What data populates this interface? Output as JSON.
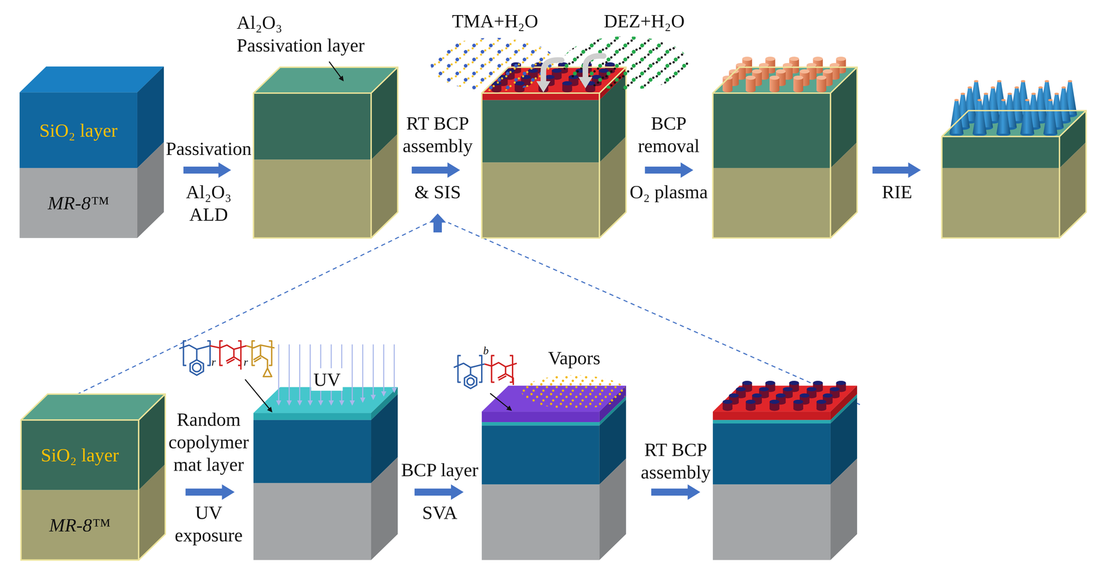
{
  "diagram": {
    "nodes": [
      {
        "text": [
          "SiO₂ layer",
          "MR-8™"
        ]
      },
      {
        "text": [
          "SiO₂ layer",
          "MR-8™"
        ]
      }
    ],
    "labels": [
      "Al₂O₃ Passivation layer",
      "Passivation",
      "Al₂O₃ ALD",
      "TMA+H₂O",
      "DEZ+H₂O",
      "RT BCP assembly",
      "& SIS",
      "BCP removal",
      "O₂ plasma",
      "RIE",
      "Random copolymer mat layer",
      "UV exposure",
      "r",
      "r",
      "UV",
      "BCP layer",
      "SVA",
      "b",
      "Vapors",
      "RT BCP assembly"
    ]
  }
}
